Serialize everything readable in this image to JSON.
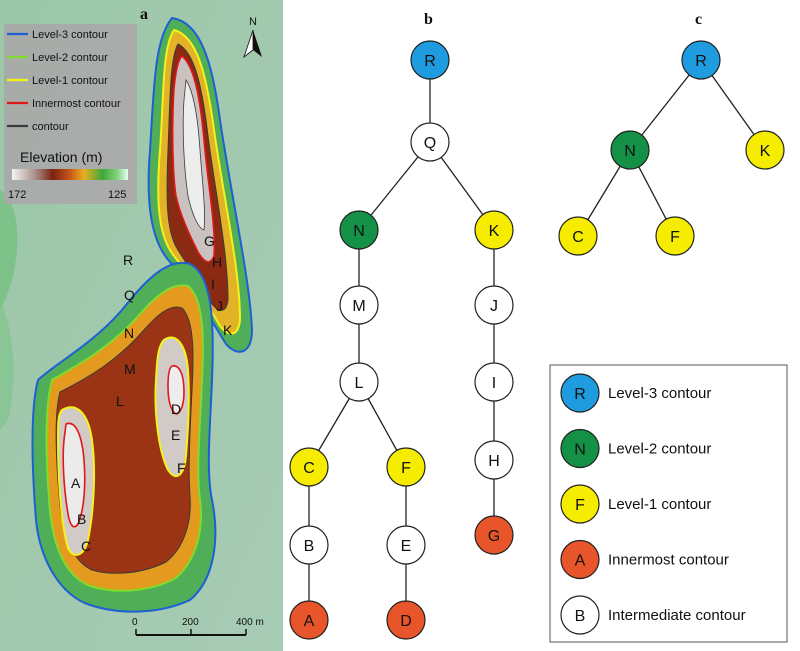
{
  "panels": {
    "a": "a",
    "b": "b",
    "c": "c"
  },
  "colors": {
    "level3": "#1f9be0",
    "level2": "#149047",
    "level1": "#f5ec00",
    "innermost": "#e8552b",
    "intermediate": "#ffffff",
    "level3_line": "#1f5fd6",
    "level2_line": "#7fdc2a",
    "level1_line": "#f3f31a",
    "innermost_line": "#e01818",
    "contour_line": "#3a3a3a"
  },
  "map": {
    "legend": {
      "items": [
        {
          "label": "Level-3 contour",
          "color": "#1f5fd6"
        },
        {
          "label": "Level-2 contour",
          "color": "#7fdc2a"
        },
        {
          "label": "Level-1 contour",
          "color": "#f3f31a"
        },
        {
          "label": "Innermost contour",
          "color": "#e01818"
        },
        {
          "label": "contour",
          "color": "#3a3a3a"
        }
      ],
      "elevation_title": "Elevation (m)",
      "elevation_min": "172",
      "elevation_max": "125"
    },
    "north": "N",
    "scale": {
      "ticks": [
        "0",
        "200",
        "400 m"
      ]
    },
    "labels": [
      "R",
      "Q",
      "N",
      "M",
      "L",
      "K",
      "J",
      "I",
      "H",
      "G",
      "F",
      "E",
      "D",
      "C",
      "B",
      "A"
    ]
  },
  "tree_b": {
    "nodes": [
      {
        "id": "R",
        "type": "level3"
      },
      {
        "id": "Q",
        "type": "intermediate"
      },
      {
        "id": "N",
        "type": "level2"
      },
      {
        "id": "K",
        "type": "level1"
      },
      {
        "id": "M",
        "type": "intermediate"
      },
      {
        "id": "L",
        "type": "intermediate"
      },
      {
        "id": "C",
        "type": "level1"
      },
      {
        "id": "F",
        "type": "level1"
      },
      {
        "id": "B",
        "type": "intermediate"
      },
      {
        "id": "E",
        "type": "intermediate"
      },
      {
        "id": "A",
        "type": "innermost"
      },
      {
        "id": "D",
        "type": "innermost"
      },
      {
        "id": "J",
        "type": "intermediate"
      },
      {
        "id": "I",
        "type": "intermediate"
      },
      {
        "id": "H",
        "type": "intermediate"
      },
      {
        "id": "G",
        "type": "innermost"
      }
    ],
    "edges": [
      [
        "R",
        "Q"
      ],
      [
        "Q",
        "N"
      ],
      [
        "Q",
        "K"
      ],
      [
        "N",
        "M"
      ],
      [
        "M",
        "L"
      ],
      [
        "L",
        "C"
      ],
      [
        "L",
        "F"
      ],
      [
        "C",
        "B"
      ],
      [
        "B",
        "A"
      ],
      [
        "F",
        "E"
      ],
      [
        "E",
        "D"
      ],
      [
        "K",
        "J"
      ],
      [
        "J",
        "I"
      ],
      [
        "I",
        "H"
      ],
      [
        "H",
        "G"
      ]
    ]
  },
  "tree_c": {
    "nodes": [
      {
        "id": "R",
        "type": "level3"
      },
      {
        "id": "N",
        "type": "level2"
      },
      {
        "id": "K",
        "type": "level1"
      },
      {
        "id": "C",
        "type": "level1"
      },
      {
        "id": "F",
        "type": "level1"
      }
    ],
    "edges": [
      [
        "R",
        "N"
      ],
      [
        "R",
        "K"
      ],
      [
        "N",
        "C"
      ],
      [
        "N",
        "F"
      ]
    ]
  },
  "legend": {
    "items": [
      {
        "symbol": "R",
        "label": "Level-3 contour",
        "type": "level3"
      },
      {
        "symbol": "N",
        "label": "Level-2 contour",
        "type": "level2"
      },
      {
        "symbol": "F",
        "label": "Level-1 contour",
        "type": "level1"
      },
      {
        "symbol": "A",
        "label": "Innermost contour",
        "type": "innermost"
      },
      {
        "symbol": "B",
        "label": "Intermediate contour",
        "type": "intermediate"
      }
    ]
  }
}
